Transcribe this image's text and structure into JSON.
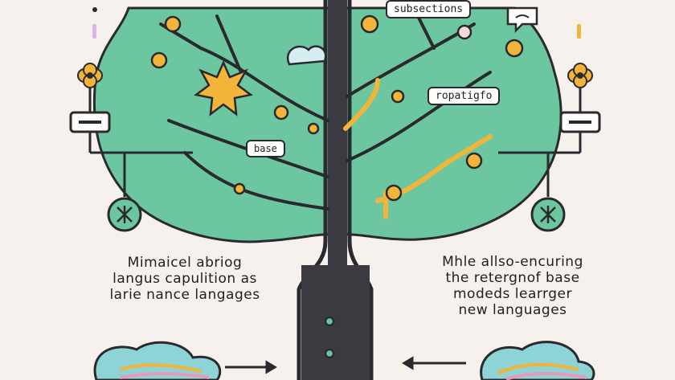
{
  "labels": {
    "top_tag": "subsections",
    "right_tag": "ropatigfo",
    "left_tag": "base"
  },
  "captions": {
    "left": [
      "Mimaicel abriog",
      "langus capulition as",
      "larie nance langages"
    ],
    "right": [
      "Mhle allso-encuring",
      "the retergnof base",
      "modeds learrger",
      "new languages"
    ]
  },
  "colors": {
    "canopy": "#6cc7a1",
    "trunk": "#3a3a40",
    "accent": "#f3b43a",
    "outline": "#2a2a2e"
  }
}
